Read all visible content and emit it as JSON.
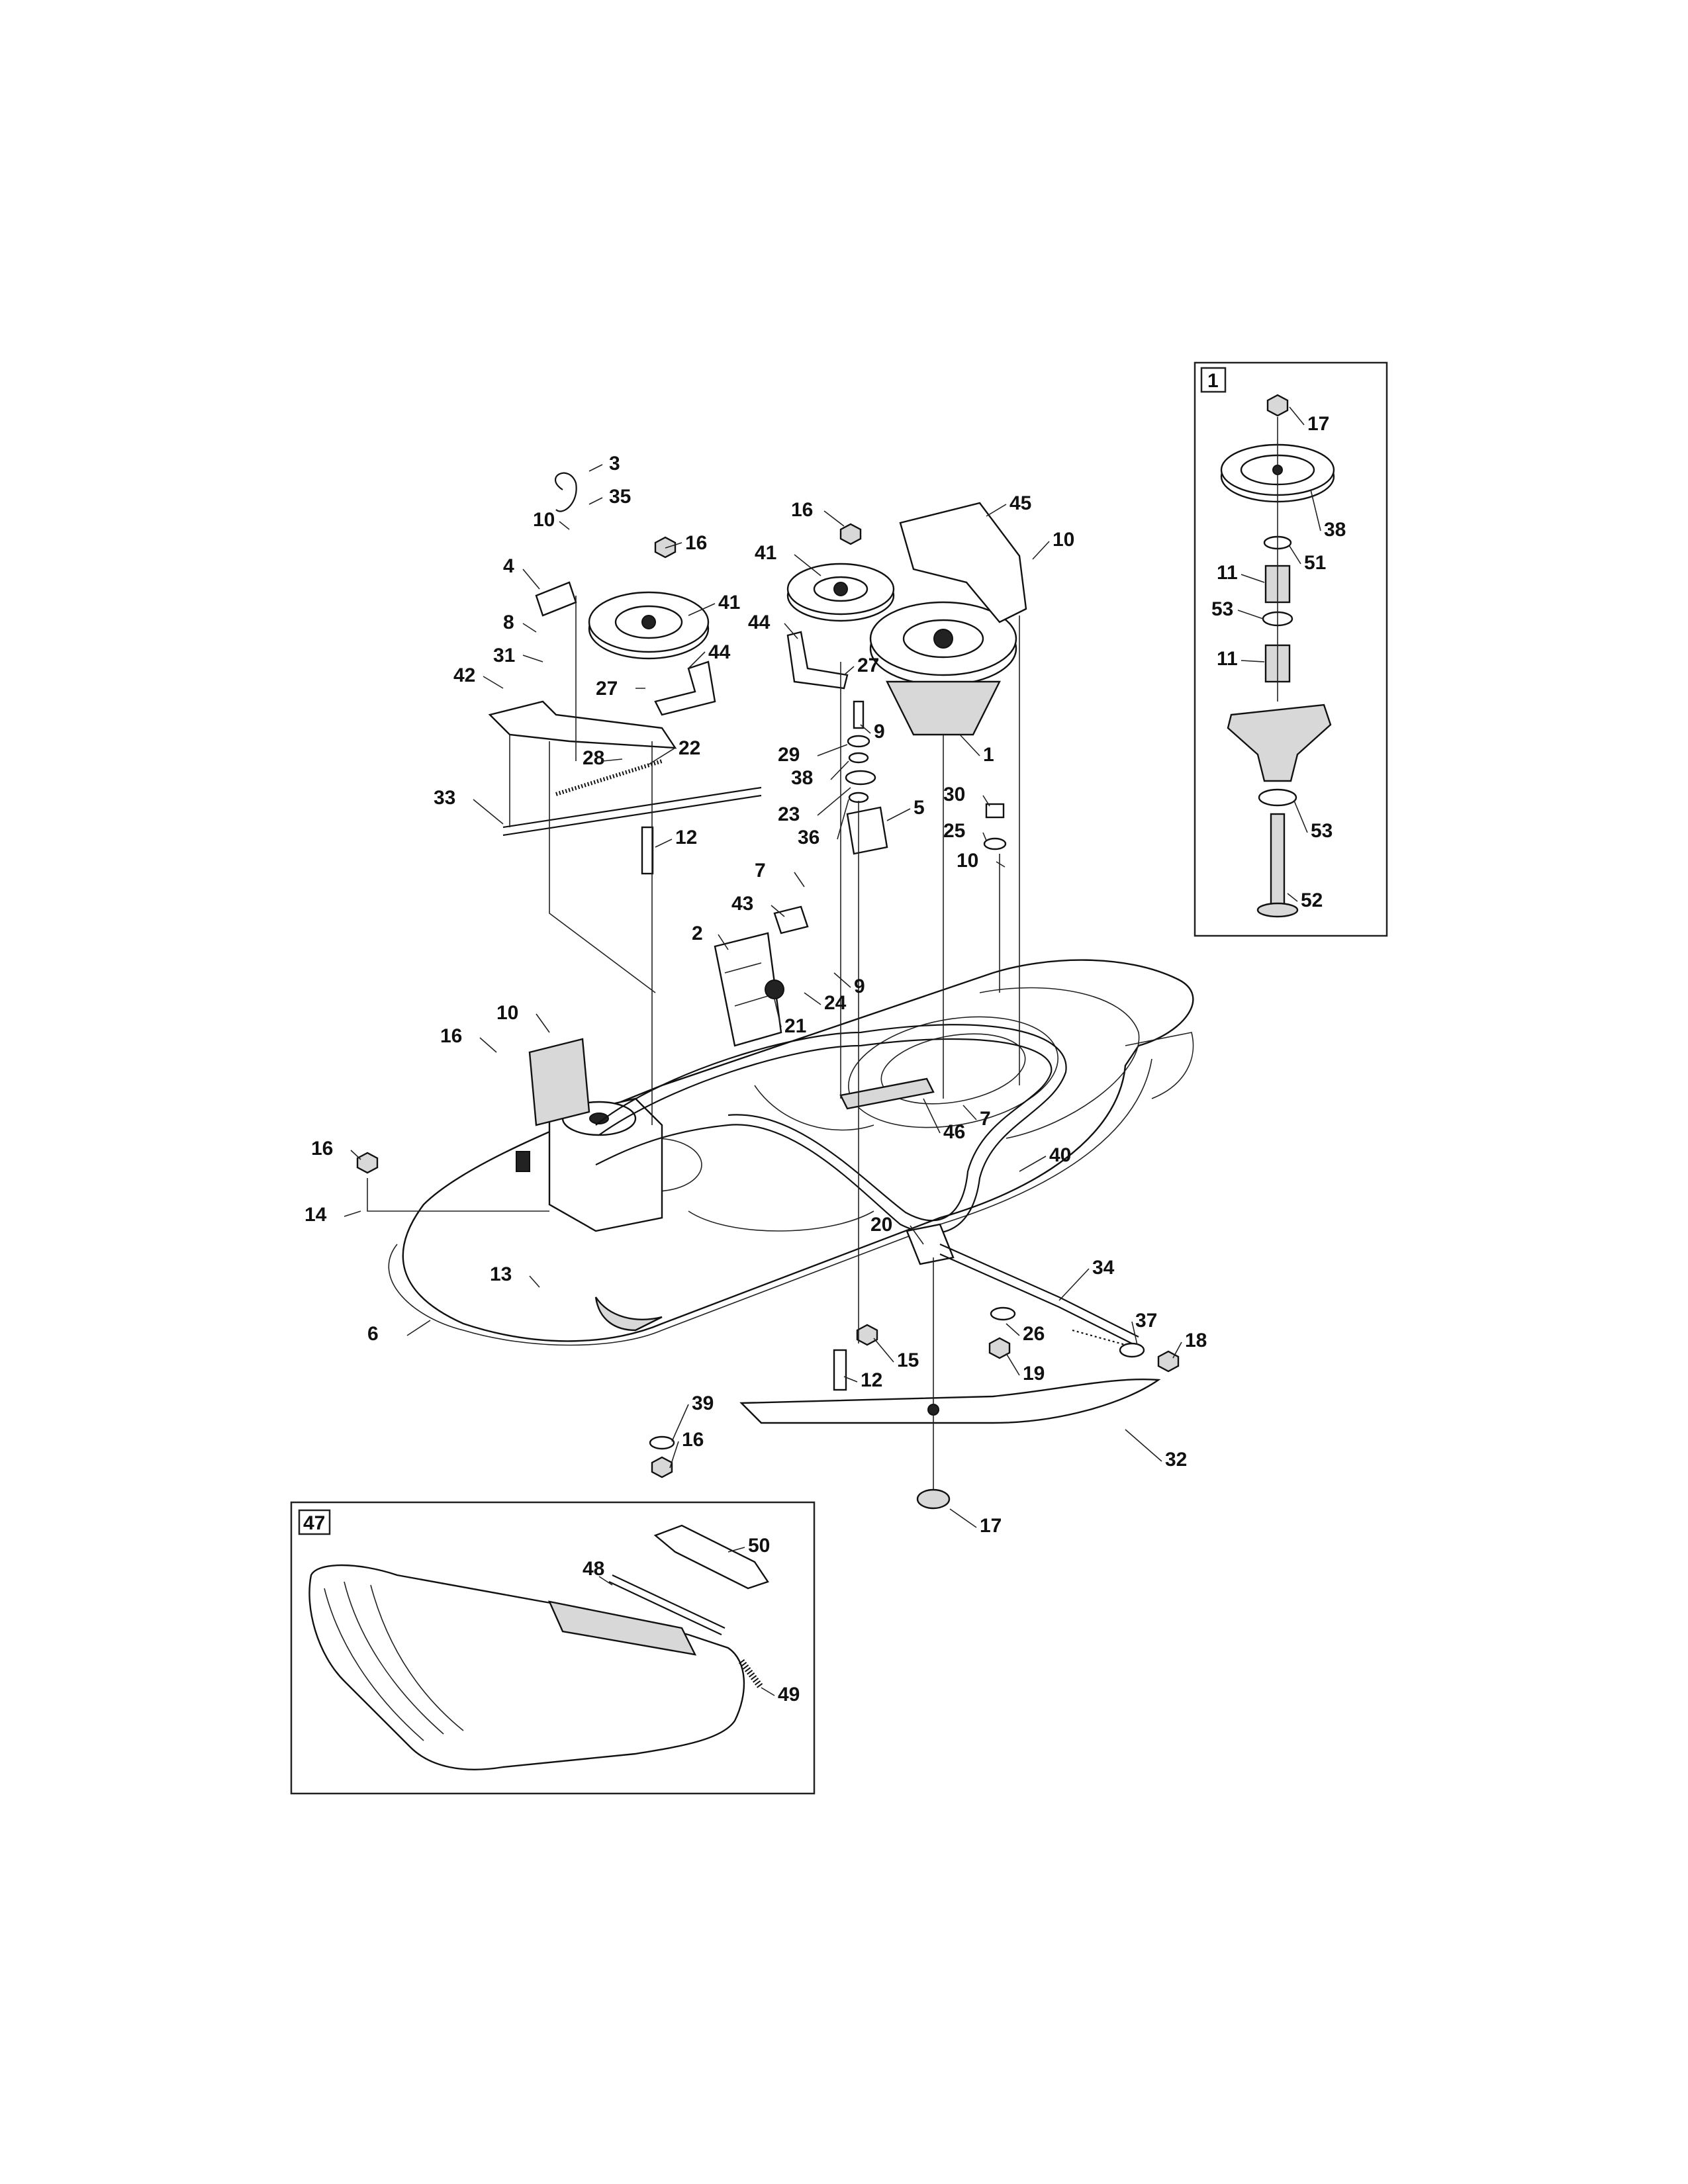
{
  "diagram": {
    "main_callouts": [
      "3",
      "35",
      "10",
      "4",
      "16",
      "41",
      "8",
      "31",
      "42",
      "27",
      "44",
      "28",
      "22",
      "33",
      "12",
      "16",
      "41",
      "44",
      "27",
      "9",
      "29",
      "38",
      "23",
      "36",
      "5",
      "45",
      "10",
      "1",
      "30",
      "25",
      "10",
      "7",
      "43",
      "2",
      "9",
      "24",
      "21",
      "10",
      "16",
      "16",
      "14",
      "7",
      "46",
      "40",
      "13",
      "6",
      "20",
      "34",
      "26",
      "37",
      "18",
      "19",
      "12",
      "15",
      "39",
      "16",
      "32",
      "17"
    ],
    "inset_spindle": {
      "box_label": "1",
      "callouts": [
        "17",
        "38",
        "51",
        "11",
        "53",
        "11",
        "53",
        "52"
      ]
    },
    "inset_mulch": {
      "box_label": "47",
      "callouts": [
        "48",
        "50",
        "49"
      ]
    }
  }
}
